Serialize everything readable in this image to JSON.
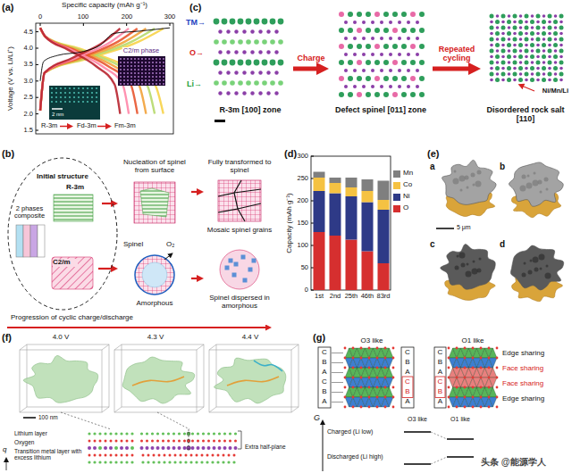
{
  "diagram": {
    "nodes": [
      {
        "text": [
          "R-3m [100] zone"
        ]
      },
      {
        "text": [
          "Defect spinel [011] zone"
        ]
      },
      {
        "text": [
          "Disordered rock salt [110]",
          "Ni/Mn/Li"
        ]
      },
      {
        "text": [
          "Initial structure"
        ]
      },
      {
        "text": [
          "R-3m"
        ],
        "in": 3
      },
      {
        "text": [
          "2 phases composite"
        ],
        "in": 3
      },
      {
        "text": [
          "C2/m"
        ],
        "in": 3
      },
      {
        "text": [
          "Nucleation of spinel from surface"
        ]
      },
      {
        "text": [
          "Fully transformed to spinel",
          "Mosaic spinel grains"
        ]
      },
      {
        "text": [
          "Spinel",
          "O₂",
          "Amorphous"
        ]
      },
      {
        "text": [
          "Spinel dispersed in amorphous"
        ]
      }
    ],
    "edges": [
      {
        "from": 0,
        "to": 1,
        "label": "Charge",
        "arrow": "to"
      },
      {
        "from": 1,
        "to": 2,
        "label": "Repeated cycling",
        "arrow": "to"
      },
      {
        "from": 4,
        "to": 7,
        "arrow": "to"
      },
      {
        "from": 7,
        "to": 8,
        "arrow": "to"
      },
      {
        "from": 6,
        "to": 9,
        "arrow": "to"
      },
      {
        "from": 9,
        "to": 10,
        "arrow": "to"
      }
    ],
    "labels": [
      "(a)",
      "Specific capacity (mAh g⁻¹)",
      "0",
      "100",
      "200",
      "300",
      "Voltage (V vs. Li/Li⁺)",
      "4.5",
      "4.0",
      "3.5",
      "3.0",
      "2.5",
      "2.0",
      "1.5",
      "C2/m phase",
      "2 nm",
      "R-3m",
      "Fd-3m",
      "Fm-3m",
      "(c)",
      "TM→",
      "O→",
      "Li→",
      "(b)",
      "Progression of cyclic charge/discharge",
      "(d)",
      "Capacity (mAh g⁻¹)",
      "300",
      "250",
      "200",
      "150",
      "100",
      "50",
      "0",
      "1st",
      "2nd",
      "25th",
      "46th",
      "83rd",
      "(e)",
      "a",
      "b",
      "c",
      "d",
      "5 μm",
      "(f)",
      "4.0 V",
      "4.3 V",
      "4.4 V",
      "100 nm",
      "q",
      "Lithium layer",
      "Oxygen",
      "Transition metal layer with excess lithium",
      "Extra half-plane",
      "(g)",
      "C",
      "B",
      "A",
      "C",
      "B",
      "A",
      "C",
      "B",
      "A",
      "C",
      "B",
      "A",
      "O3 like",
      "O1 like",
      "C",
      "B",
      "A",
      "C",
      "B",
      "A",
      "Edge sharing",
      "Face sharing",
      "Face sharing",
      "Edge sharing",
      "G",
      "Charged (Li low)",
      "Discharged (Li high)",
      "O3 like",
      "O1 like",
      "头条 @能源学人"
    ],
    "legend": [
      {
        "text": "Mn",
        "color": "#7f7f7f"
      },
      {
        "text": "Co",
        "color": "#f5c242"
      },
      {
        "text": "Ni",
        "color": "#2e3a87"
      },
      {
        "text": "O",
        "color": "#d62f2f"
      }
    ]
  }
}
